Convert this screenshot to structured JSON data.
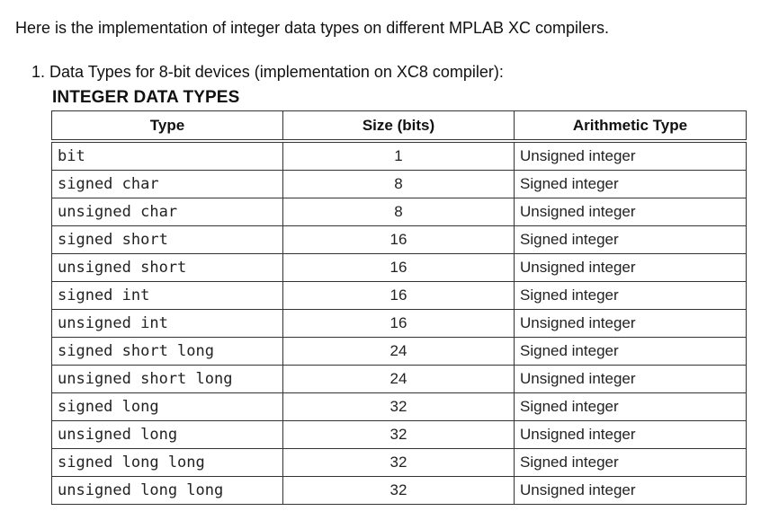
{
  "intro_text": "Here is the implementation of integer data types on different MPLAB XC compilers.",
  "list_item": "1. Data Types for 8-bit devices (implementation on XC8 compiler):",
  "section_title": "INTEGER DATA TYPES",
  "table": {
    "headers": [
      "Type",
      "Size (bits)",
      "Arithmetic Type"
    ],
    "rows": [
      {
        "type": "bit",
        "size": "1",
        "arith": "Unsigned integer"
      },
      {
        "type": "signed char",
        "size": "8",
        "arith": "Signed integer"
      },
      {
        "type": "unsigned char",
        "size": "8",
        "arith": "Unsigned integer"
      },
      {
        "type": "signed short",
        "size": "16",
        "arith": "Signed integer"
      },
      {
        "type": "unsigned short",
        "size": "16",
        "arith": "Unsigned integer"
      },
      {
        "type": "signed int",
        "size": "16",
        "arith": "Signed integer"
      },
      {
        "type": "unsigned int",
        "size": "16",
        "arith": "Unsigned integer"
      },
      {
        "type": "signed short long",
        "size": "24",
        "arith": "Signed integer"
      },
      {
        "type": "unsigned short long",
        "size": "24",
        "arith": "Unsigned integer"
      },
      {
        "type": "signed long",
        "size": "32",
        "arith": "Signed integer"
      },
      {
        "type": "unsigned long",
        "size": "32",
        "arith": "Unsigned integer"
      },
      {
        "type": "signed long long",
        "size": "32",
        "arith": "Signed integer"
      },
      {
        "type": "unsigned long long",
        "size": "32",
        "arith": "Unsigned integer"
      }
    ]
  }
}
